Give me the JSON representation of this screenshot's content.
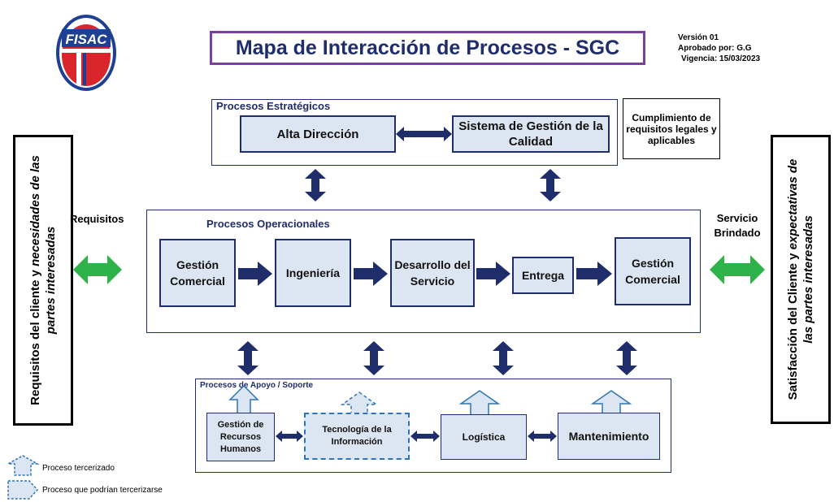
{
  "logo": {
    "text": "FISAC"
  },
  "title": "Mapa de Interacción de Procesos - SGC",
  "meta": {
    "version": "Versión 01",
    "approved": "Aprobado por: G.G",
    "validity": "Vigencia: 15/03/2023"
  },
  "strategic": {
    "label": "Procesos Estratégicos",
    "alta": "Alta Dirección",
    "sgc": "Sistema de Gestión de la Calidad",
    "compliance": "Cumplimiento de requisitos legales y aplicables"
  },
  "left": {
    "side_line1_a": "Requisitos del cliente y ",
    "side_line1_b": "necesidades de las",
    "side_line2": "partes interesadas",
    "requisitos": "Requisitos"
  },
  "right": {
    "side_line1_a": "Satisfacción del Cliente y ",
    "side_line1_b": "expectativas de",
    "side_line2": "las partes interesadas",
    "servicio": "Servicio Brindado"
  },
  "operational": {
    "label": "Procesos Operacionales",
    "steps": [
      "Gestión Comercial",
      "Ingeniería",
      "Desarrollo del Servicio",
      "Entrega",
      "Gestión Comercial"
    ]
  },
  "support": {
    "label": "Procesos de Apoyo / Soporte",
    "items": [
      "Gestión de Recursos Humanos",
      "Tecnología de la Información",
      "Logística",
      "Mantenimiento"
    ]
  },
  "legend": {
    "outsourced": "Proceso tercerizado",
    "could_outsource": "Proceso que podrían tercerizarse"
  },
  "colors": {
    "navy": "#1f2d6b",
    "green": "#2db34a",
    "purple": "#7b3fa0",
    "box_fill": "#dce6f2",
    "dash": "#2e75b6"
  }
}
